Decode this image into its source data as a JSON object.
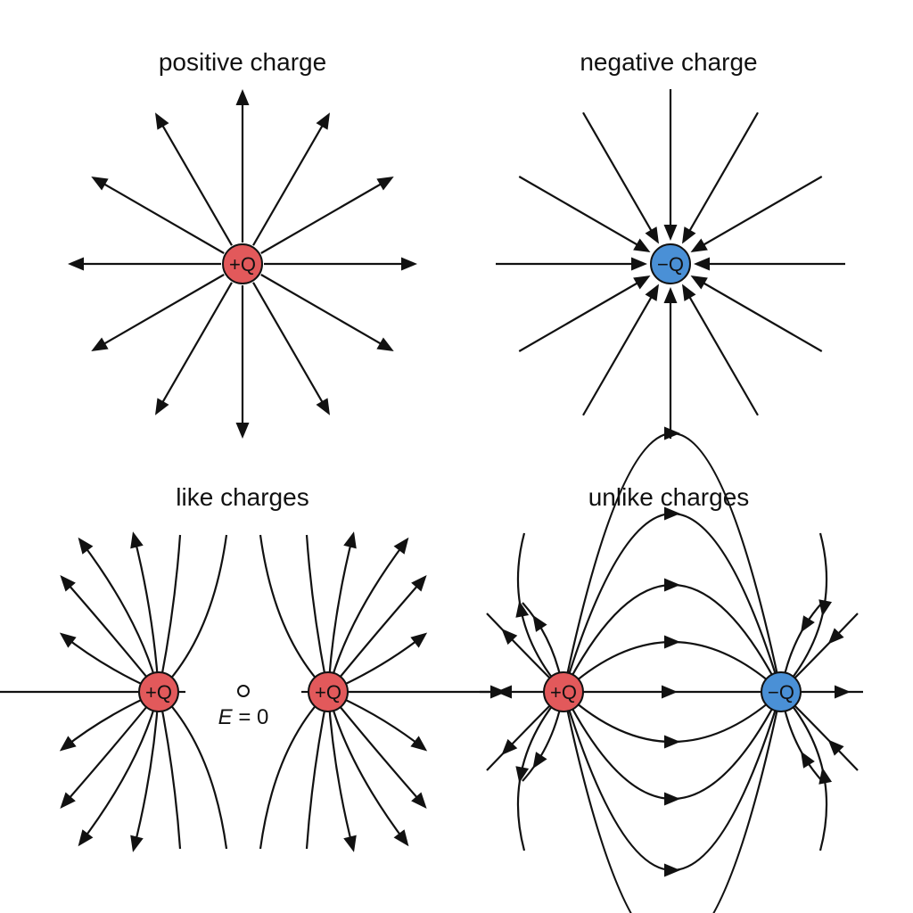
{
  "panels": {
    "positive": {
      "title": "positive charge",
      "charge_label": "+Q"
    },
    "negative": {
      "title": "negative charge",
      "charge_label": "−Q"
    },
    "like": {
      "title": "like charges",
      "charge_label_left": "+Q",
      "charge_label_right": "+Q",
      "null_point_label_var": "E",
      "null_point_label_rest": " = 0"
    },
    "unlike": {
      "title": "unlike charges",
      "charge_label_left": "+Q",
      "charge_label_right": "−Q"
    }
  },
  "colors": {
    "positive": "#e2595b",
    "negative": "#4a90d6",
    "line": "#111111"
  }
}
